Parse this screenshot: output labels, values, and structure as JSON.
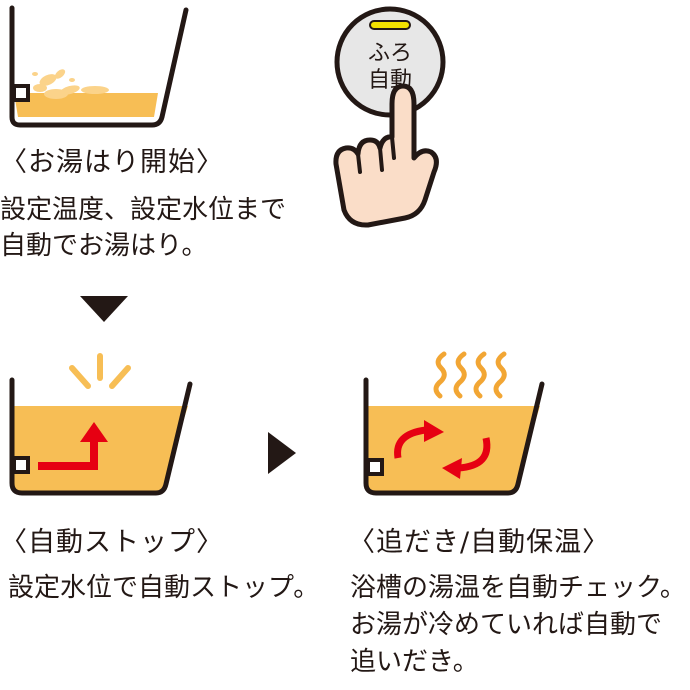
{
  "colors": {
    "water": "#F7BE55",
    "water_light": "#FBD38A",
    "outline": "#231815",
    "arrow_red": "#E60012",
    "steam": "#F2A634",
    "glow_line": "#F3E100",
    "skin": "#FADDC8",
    "button_face": "#E7E7E7"
  },
  "button": {
    "line1": "ふろ",
    "line2": "自動"
  },
  "stages": [
    {
      "id": "fill",
      "title": "〈お湯はり開始〉",
      "lines": [
        "設定温度、設定水位まで",
        "自動でお湯はり。"
      ]
    },
    {
      "id": "stop",
      "title": "〈自動ストップ〉",
      "lines": [
        "設定水位で自動ストップ。"
      ]
    },
    {
      "id": "reheat",
      "title": "〈追だき/自動保温〉",
      "lines": [
        "浴槽の湯温を自動チェック。",
        "お湯が冷めていれば自動で",
        "追いだき。"
      ]
    }
  ],
  "icons": {
    "flow_down": "triangle-down-icon",
    "flow_right": "triangle-right-icon"
  }
}
